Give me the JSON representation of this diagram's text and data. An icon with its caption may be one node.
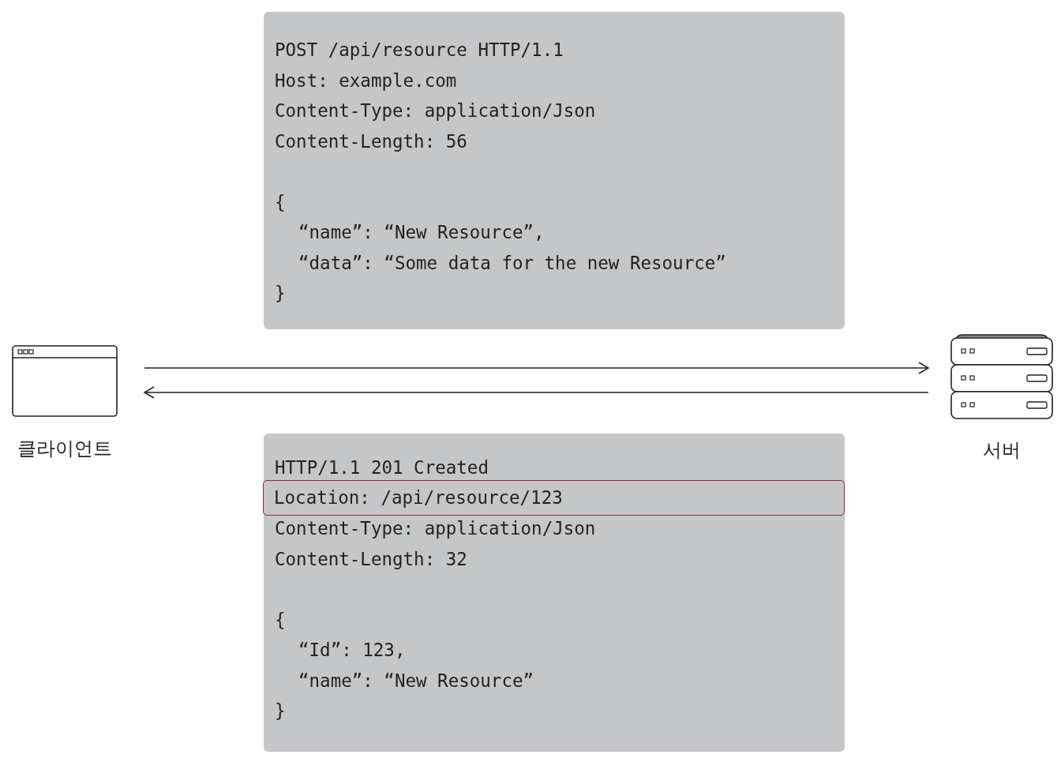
{
  "diagram": {
    "nodes": [
      {
        "text": [
          "클라이언트"
        ]
      },
      {
        "text": [
          "서버"
        ]
      },
      {
        "text": [
          "POST /api/resource HTTP/1.1",
          "Host: example.com",
          "Content-Type: application/Json",
          "Content-Length: 56",
          "{",
          "“name”: “New Resource”,",
          "“data”: “Some data for the new Resource”",
          "}"
        ]
      },
      {
        "text": [
          "HTTP/1.1 201 Created",
          "Content-Type: application/Json",
          "Content-Length: 32",
          "{",
          "“Id”: 123,",
          "“name”: “New Resource”",
          "}"
        ]
      },
      {
        "text": [
          "Location: /api/resource/123"
        ],
        "in": 3
      }
    ],
    "edges": [
      {
        "from": 0,
        "to": 1,
        "arrow": "to"
      },
      {
        "from": 1,
        "to": 0,
        "arrow": "to"
      }
    ]
  }
}
